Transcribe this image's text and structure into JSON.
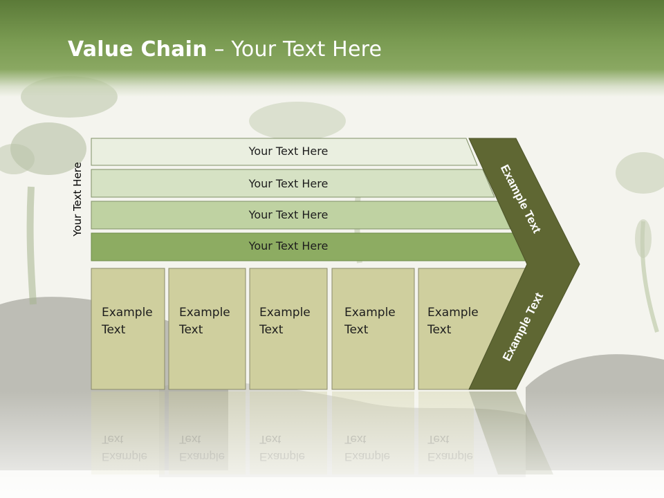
{
  "slide": {
    "title_bold": "Value Chain",
    "title_rest": " – Your Text Here",
    "side_label": "Your Text Here"
  },
  "layers": [
    {
      "label": "Your Text Here",
      "color": "#eaefe0"
    },
    {
      "label": "Your Text Here",
      "color": "#d6e2c4"
    },
    {
      "label": "Your Text Here",
      "color": "#bfd2a2"
    },
    {
      "label": "Your Text Here",
      "color": "#8dac62"
    }
  ],
  "cells": [
    {
      "line1": "Example",
      "line2": "Text"
    },
    {
      "line1": "Example",
      "line2": "Text"
    },
    {
      "line1": "Example",
      "line2": "Text"
    },
    {
      "line1": "Example",
      "line2": "Text"
    },
    {
      "line1": "Example",
      "line2": "Text"
    }
  ],
  "chevron": {
    "upper_label": "Example Text",
    "lower_label": "Example Text",
    "color": "#5f6733"
  },
  "colors": {
    "header": "#6e8e45",
    "cell_fill": "#cfcf9e",
    "cell_border": "#8a8a6a"
  }
}
